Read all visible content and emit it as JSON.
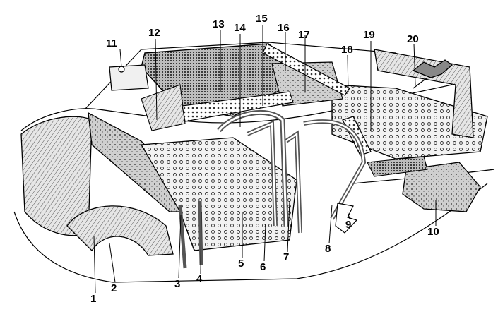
{
  "colors": {
    "ink": "#000000",
    "paper": "#ffffff",
    "shade_light": "#d9d9d9",
    "shade_mid": "#9a9a9a",
    "shade_dark": "#4a4a4a"
  },
  "callouts": [
    {
      "id": "1",
      "text": "1"
    },
    {
      "id": "2",
      "text": "2"
    },
    {
      "id": "3",
      "text": "3"
    },
    {
      "id": "4",
      "text": "4"
    },
    {
      "id": "5",
      "text": "5"
    },
    {
      "id": "6",
      "text": "6"
    },
    {
      "id": "7",
      "text": "7"
    },
    {
      "id": "8",
      "text": "8"
    },
    {
      "id": "9",
      "text": "9"
    },
    {
      "id": "10",
      "text": "10"
    },
    {
      "id": "11",
      "text": "11"
    },
    {
      "id": "12",
      "text": "12"
    },
    {
      "id": "13",
      "text": "13"
    },
    {
      "id": "14",
      "text": "14"
    },
    {
      "id": "15",
      "text": "15"
    },
    {
      "id": "16",
      "text": "16"
    },
    {
      "id": "17",
      "text": "17"
    },
    {
      "id": "18",
      "text": "18"
    },
    {
      "id": "19",
      "text": "19"
    },
    {
      "id": "20",
      "text": "20"
    }
  ]
}
